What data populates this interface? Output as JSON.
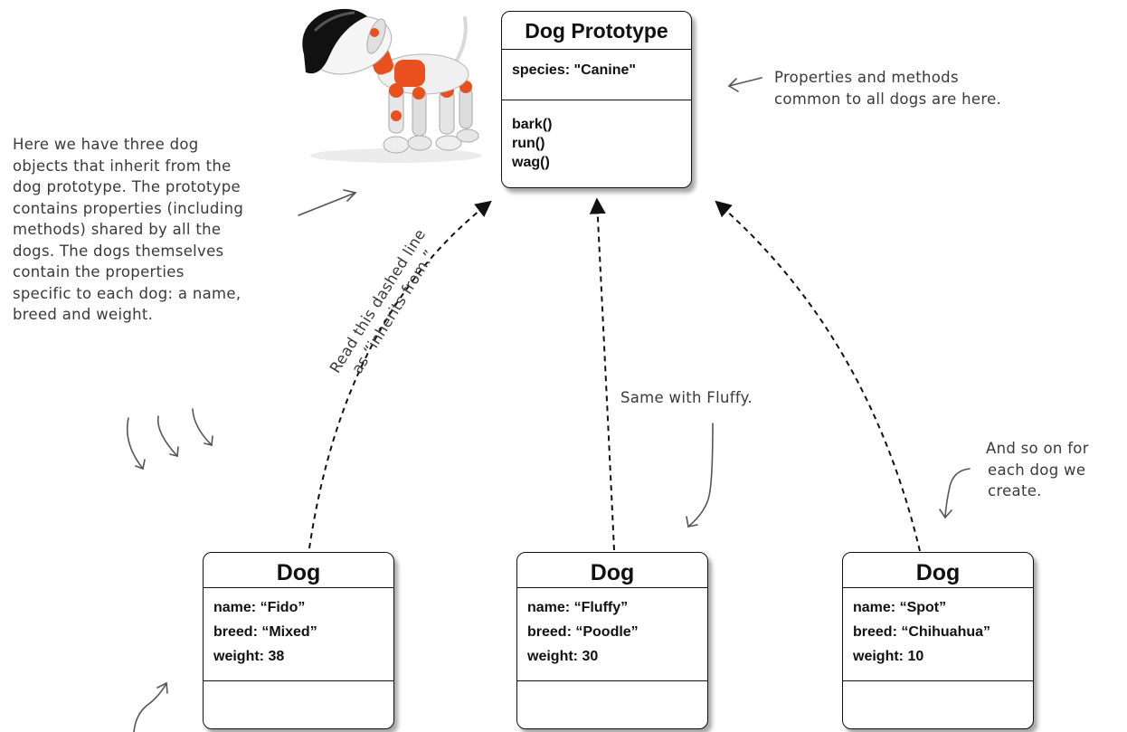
{
  "prototype": {
    "title": "Dog Prototype",
    "properties": [
      "species: \"Canine\""
    ],
    "methods": [
      "bark()",
      "run()",
      "wag()"
    ]
  },
  "dogs": [
    {
      "title": "Dog",
      "name": "name: “Fido”",
      "breed": "breed: “Mixed”",
      "weight": "weight: 38"
    },
    {
      "title": "Dog",
      "name": "name: “Fluffy”",
      "breed": "breed: “Poodle”",
      "weight": "weight: 30"
    },
    {
      "title": "Dog",
      "name": "name: “Spot”",
      "breed": "breed: “Chihuahua”",
      "weight": "weight: 10"
    }
  ],
  "annotations": {
    "left_note": [
      "Here we have three dog",
      "objects that inherit from the",
      "dog prototype. The prototype",
      "contains properties (including",
      "methods) shared by all the",
      "dogs. The dogs themselves",
      "contain the properties",
      "specific to each dog: a name,",
      "breed and weight."
    ],
    "right_note": [
      "Properties and methods",
      "common to all dogs are here."
    ],
    "dashed_line_note": [
      "Read this dashed line",
      "as “inherits from.”"
    ],
    "fluffy_note": "Same with Fluffy.",
    "spot_note": [
      "And so on for",
      "each dog we",
      "create."
    ]
  },
  "illustration": {
    "icon": "robot-dog-icon",
    "accent": "#e8501e"
  }
}
